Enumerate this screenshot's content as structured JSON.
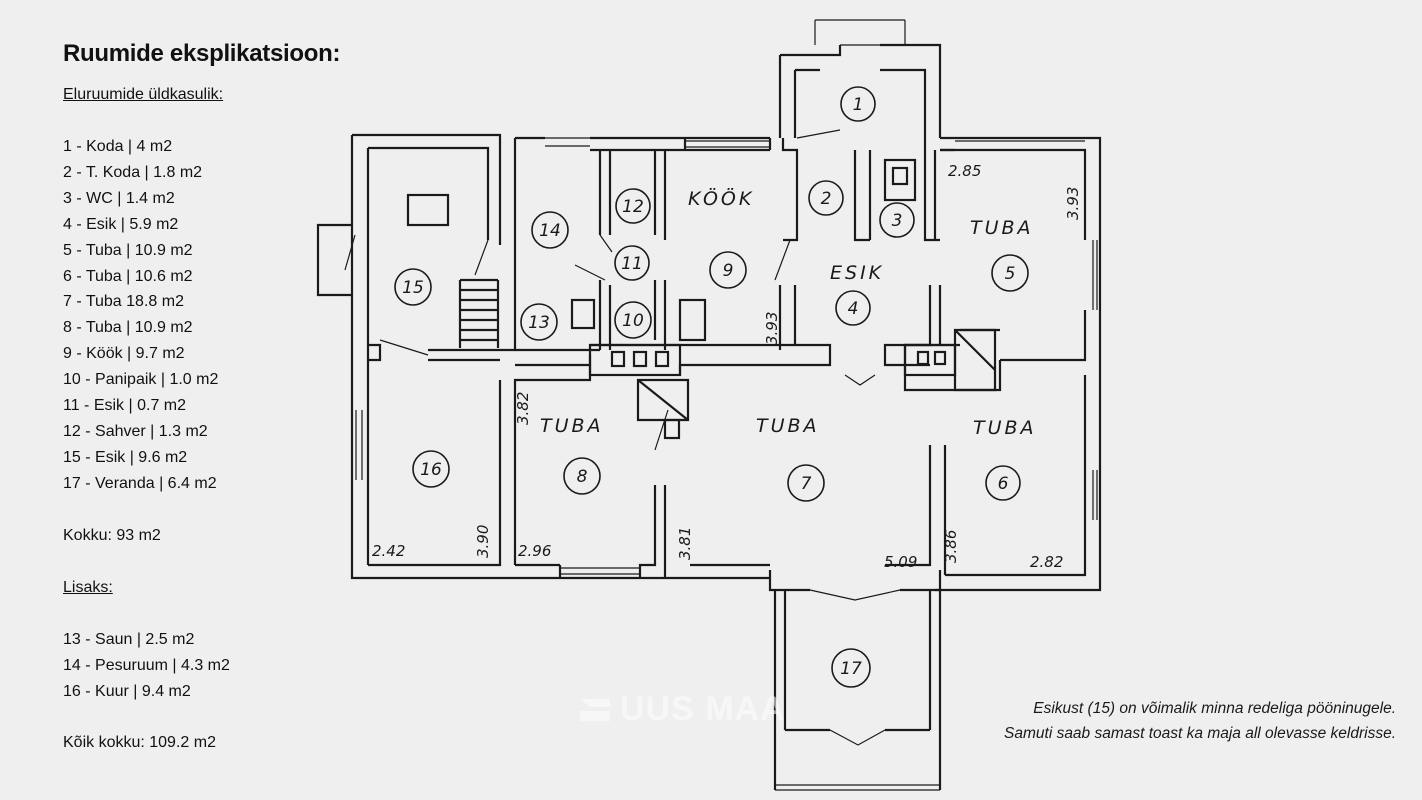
{
  "legend": {
    "title": "Ruumide eksplikatsioon:",
    "living_heading": "Eluruumide üldkasulik:",
    "living_rooms": [
      "1 - Koda | 4 m2",
      "2 - T. Koda | 1.8 m2",
      "3 - WC | 1.4 m2",
      "4 - Esik | 5.9 m2",
      "5 - Tuba | 10.9 m2",
      "6 - Tuba | 10.6 m2",
      "7 - Tuba 18.8 m2",
      "8 - Tuba | 10.9 m2",
      "9 - Köök | 9.7 m2",
      "10 - Panipaik | 1.0 m2",
      "11 - Esik | 0.7 m2",
      "12 - Sahver | 1.3 m2",
      "15 - Esik | 9.6 m2",
      "17 - Veranda | 6.4 m2"
    ],
    "living_total": "Kokku: 93 m2",
    "extra_heading": "Lisaks:",
    "extra_rooms": [
      "13 - Saun | 2.5 m2",
      "14 - Pesuruum | 4.3 m2",
      "16 - Kuur | 9.4 m2"
    ],
    "grand_total": "Kõik kokku: 109.2 m2"
  },
  "plan": {
    "room_numbers": [
      "1",
      "2",
      "3",
      "4",
      "5",
      "6",
      "7",
      "8",
      "9",
      "10",
      "11",
      "12",
      "13",
      "14",
      "15",
      "16",
      "17"
    ],
    "room_names": {
      "kook": "KÖÖK",
      "esik": "ESIK",
      "tuba5": "TUBA",
      "tuba6": "TUBA",
      "tuba7": "TUBA",
      "tuba8": "TUBA"
    },
    "dimensions": {
      "d285": "2.85",
      "d393a": "3.93",
      "d393b": "3.93",
      "d382": "3.82",
      "d390": "3.90",
      "d242": "2.42",
      "d296": "2.96",
      "d381": "3.81",
      "d509": "5.09",
      "d386": "3.86",
      "d282": "2.82"
    }
  },
  "note": {
    "line1": "Esikust (15) on võimalik minna redeliga pööninugele.",
    "line2": "Samuti saab samast toast ka maja all olevasse keldrisse."
  },
  "watermark": {
    "text": "UUS MAA"
  }
}
